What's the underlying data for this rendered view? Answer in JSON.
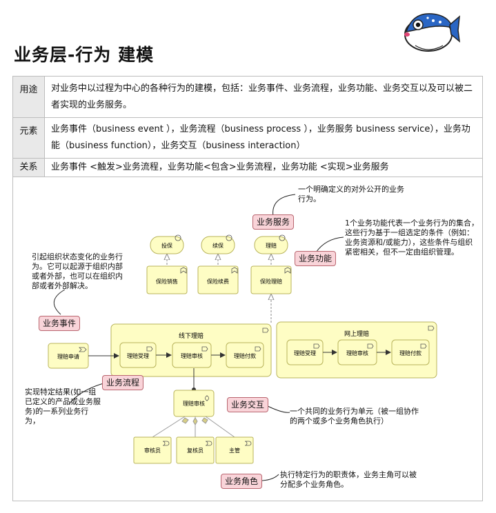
{
  "title": "业务层-行为 建模",
  "table": [
    {
      "key": "用途",
      "value": "对业务中以过程为中心的各种行为的建模，包括：业务事件、业务流程，业务功能、业务交互以及可以被二者实现的业务服务。"
    },
    {
      "key": "元素",
      "value": "业务事件（business event ），业务流程（business process ），业务服务 business service），业务功能（business function），业务交互（business interaction）"
    },
    {
      "key": "关系",
      "value": "业务事件 <触发>业务流程，业务功能<包含>业务流程，业务功能 <实现>业务服务"
    }
  ],
  "diagram": {
    "services": [
      "投保",
      "续保",
      "理赔"
    ],
    "functions": [
      "保险销售",
      "保险续费",
      "保险理赔"
    ],
    "event": "理赔申请",
    "process_offline": {
      "title": "线下理赔",
      "steps": [
        "理赔受理",
        "理赔审核",
        "理赔付款"
      ]
    },
    "process_online": {
      "title": "网上理赔",
      "steps": [
        "理赔受理",
        "理赔审核",
        "理赔付款"
      ]
    },
    "interaction": "理赔审核",
    "roles": [
      "审核员",
      "复核员",
      "主管"
    ]
  },
  "tags": {
    "service": "业务服务",
    "function": "业务功能",
    "event": "业务事件",
    "process": "业务流程",
    "interaction": "业务交互",
    "role": "业务角色"
  },
  "notes": {
    "service": "一个明确定义的对外公开的业务行为。",
    "function": "1个业务功能代表一个业务行为的集合，这些行为基于一组选定的条件（例如：业务资源和/或能力），这些条件与组织紧密相关，但不一定由组织管理。",
    "event": "引起组织状态变化的业务行为。它可以起源于组织内部或者外部，也可以在组织内部或者外部解决。",
    "process": "实现特定结果(如一组已定义的产品或业务服务)的一系列业务行为，",
    "interaction": "一个共同的业务行为单元（被一组协作的两个或多个业务角色执行）",
    "role": "执行特定行为的职责体，业务主角可以被分配多个业务角色。"
  }
}
